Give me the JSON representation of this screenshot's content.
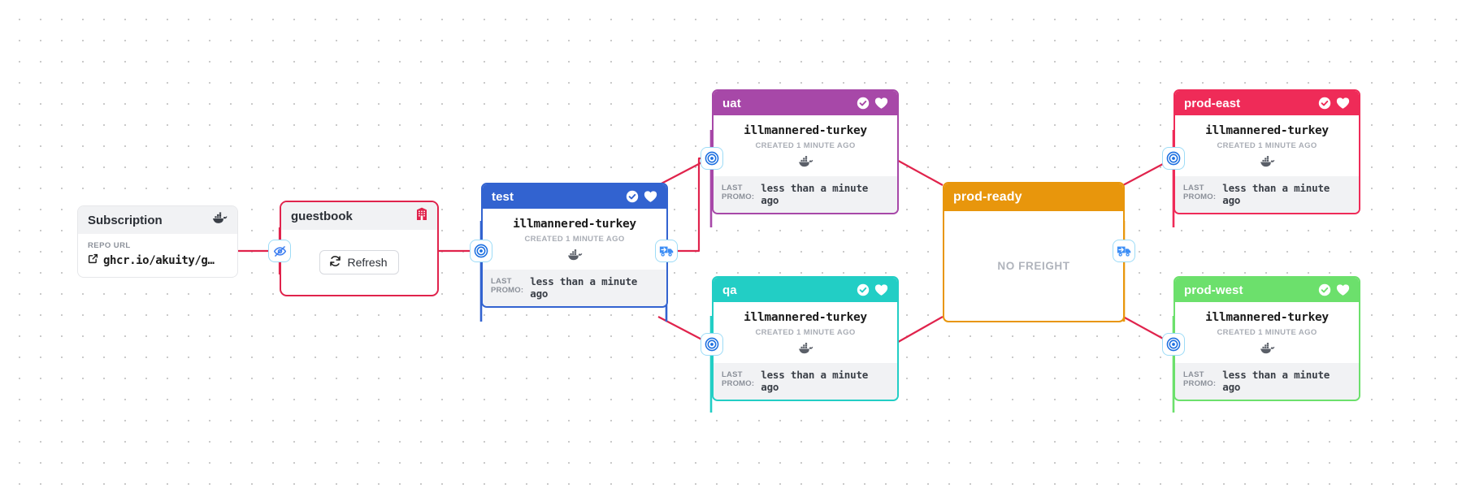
{
  "canvas": {
    "background_color": "#ffffff",
    "dot_color": "#b8b8b8"
  },
  "subscription": {
    "title": "Subscription",
    "icon": "docker-icon",
    "repo_url_label": "REPO URL",
    "repo_url_value": "ghcr.io/akuity/g…",
    "link_icon": "external-link-icon"
  },
  "warehouse": {
    "title": "guestbook",
    "icon": "warehouse-icon",
    "icon_color": "#e0234c",
    "border_color": "#e0234c",
    "refresh_label": "Refresh",
    "refresh_icon": "refresh-icon"
  },
  "badges": [
    {
      "name": "subscription-hide-badge",
      "icon": "eye-off-icon",
      "color": "#3d7ef0"
    },
    {
      "name": "test-promote-badge",
      "icon": "bullseye-icon",
      "color": "#1c6fe0"
    },
    {
      "name": "test-promote-downstream-badge",
      "icon": "truck-icon",
      "color": "#3d8ef5"
    },
    {
      "name": "uat-promote-badge",
      "icon": "bullseye-icon",
      "color": "#1c6fe0"
    },
    {
      "name": "qa-promote-badge",
      "icon": "bullseye-icon",
      "color": "#1c6fe0"
    },
    {
      "name": "prod-ready-promote-downstream-badge",
      "icon": "truck-icon",
      "color": "#3d8ef5"
    },
    {
      "name": "prod-east-promote-badge",
      "icon": "bullseye-icon",
      "color": "#1c6fe0"
    },
    {
      "name": "prod-west-promote-badge",
      "icon": "bullseye-icon",
      "color": "#1c6fe0"
    }
  ],
  "stages": [
    {
      "id": "test",
      "title": "test",
      "color": "#3263d0",
      "health_icon": "check-circle-icon",
      "heart_icon": "heart-icon",
      "freight_name": "illmannered-turkey",
      "created_text": "CREATED 1 MINUTE AGO",
      "image_icon": "docker-icon",
      "last_promo_label": "LAST PROMO:",
      "last_promo_value": "less than a minute ago",
      "empty": false
    },
    {
      "id": "uat",
      "title": "uat",
      "color": "#a748a8",
      "health_icon": "check-circle-icon",
      "heart_icon": "heart-icon",
      "freight_name": "illmannered-turkey",
      "created_text": "CREATED 1 MINUTE AGO",
      "image_icon": "docker-icon",
      "last_promo_label": "LAST PROMO:",
      "last_promo_value": "less than a minute ago",
      "empty": false
    },
    {
      "id": "qa",
      "title": "qa",
      "color": "#22cec5",
      "health_icon": "check-circle-icon",
      "heart_icon": "heart-icon",
      "freight_name": "illmannered-turkey",
      "created_text": "CREATED 1 MINUTE AGO",
      "image_icon": "docker-icon",
      "last_promo_label": "LAST PROMO:",
      "last_promo_value": "less than a minute ago",
      "empty": false
    },
    {
      "id": "prod-ready",
      "title": "prod-ready",
      "color": "#e8960c",
      "health_icon": "",
      "heart_icon": "",
      "freight_name": "",
      "created_text": "",
      "image_icon": "",
      "last_promo_label": "",
      "last_promo_value": "",
      "empty": true,
      "empty_text": "NO FREIGHT"
    },
    {
      "id": "prod-east",
      "title": "prod-east",
      "color": "#ef2b58",
      "health_icon": "check-circle-icon",
      "heart_icon": "heart-icon",
      "freight_name": "illmannered-turkey",
      "created_text": "CREATED 1 MINUTE AGO",
      "image_icon": "docker-icon",
      "last_promo_label": "LAST PROMO:",
      "last_promo_value": "less than a minute ago",
      "empty": false
    },
    {
      "id": "prod-west",
      "title": "prod-west",
      "color": "#6ce06c",
      "health_icon": "check-circle-icon",
      "heart_icon": "heart-icon",
      "freight_name": "illmannered-turkey",
      "created_text": "CREATED 1 MINUTE AGO",
      "image_icon": "docker-icon",
      "last_promo_label": "LAST PROMO:",
      "last_promo_value": "less than a minute ago",
      "empty": false
    }
  ]
}
